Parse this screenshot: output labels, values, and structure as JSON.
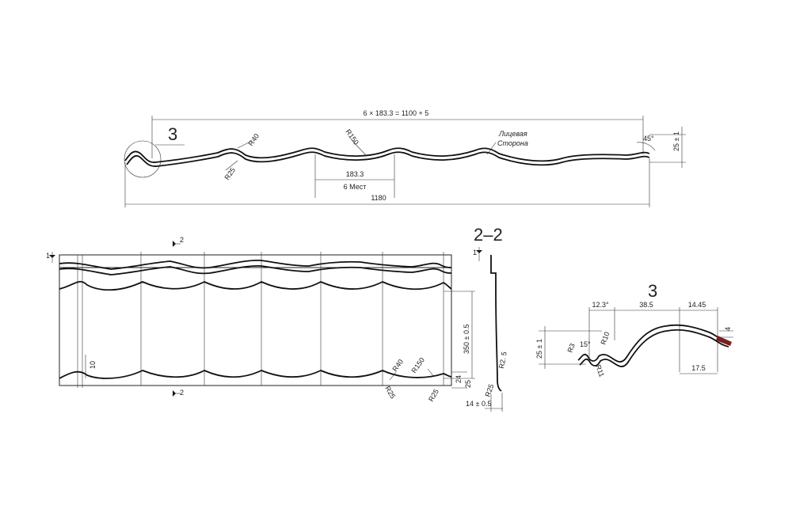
{
  "top_view": {
    "callout_number": "3",
    "overall_pitch_dim": "6 × 183.3 = 1100 + 5",
    "radius_top": "R40",
    "radius_bottom": "R25",
    "radius_large": "R150",
    "face_side_line1": "Лицевая",
    "face_side_line2": "Сторона",
    "angle": "45°",
    "height_dim": "25 ± 1",
    "pitch": "183.3",
    "places": "6 Мест",
    "total_width": "1180"
  },
  "plan_view": {
    "section_mark_top": "2",
    "section_mark_bottom": "2",
    "marker_left": "1",
    "step_height": "350 ± 0.5",
    "dim_10": "10",
    "radius_40": "R40",
    "radius_150": "R150",
    "radius_25a": "R25",
    "radius_25b": "R25",
    "dim_24": "24",
    "dim_25": "25"
  },
  "section_2_2": {
    "title": "2–2",
    "marker": "1",
    "radius_2_5": "R2. 5",
    "radius_25": "R25",
    "dim_14": "14 ± 0.5"
  },
  "detail_3": {
    "title": "3",
    "dim_12_3": "12.3°",
    "dim_38_5": "38.5",
    "dim_14_45": "14.45",
    "dim_4": "4",
    "r3": "R3",
    "angle_15": "15°",
    "r10": "R10",
    "r11": "R11",
    "height": "25 ± 1",
    "dim_17_5": "17.5"
  }
}
